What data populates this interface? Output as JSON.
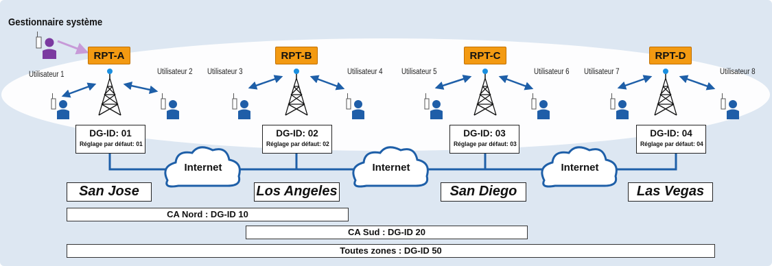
{
  "title": "Gestionnaire système",
  "repeaters": [
    {
      "label": "RPT-A",
      "dg_id": "DG-ID: 01",
      "default": "Réglage par défaut: 01",
      "city": "San Jose"
    },
    {
      "label": "RPT-B",
      "dg_id": "DG-ID: 02",
      "default": "Réglage par défaut: 02",
      "city": "Los Angeles"
    },
    {
      "label": "RPT-C",
      "dg_id": "DG-ID: 03",
      "default": "Réglage par défaut: 03",
      "city": "San Diego"
    },
    {
      "label": "RPT-D",
      "dg_id": "DG-ID: 04",
      "default": "Réglage par défaut: 04",
      "city": "Las Vegas"
    }
  ],
  "users": [
    "Utilisateur 1",
    "Utilisateur 2",
    "Utilisateur 3",
    "Utilisateur 4",
    "Utilisateur 5",
    "Utilisateur 6",
    "Utilisateur 7",
    "Utilisateur 8"
  ],
  "internet": [
    "Internet",
    "Internet",
    "Internet"
  ],
  "zones": [
    "CA Nord : DG-ID 10",
    "CA Sud : DG-ID 20",
    "Toutes zones : DG-ID 50"
  ],
  "colors": {
    "background": "#dde7f2",
    "ellipse": "#ffffff",
    "repeater": "#f39a12",
    "network_line": "#1e5fa8",
    "user_icon": "#1f5ea8",
    "manager_icon": "#7b3aa0",
    "manager_arrow": "#c79ad8"
  }
}
